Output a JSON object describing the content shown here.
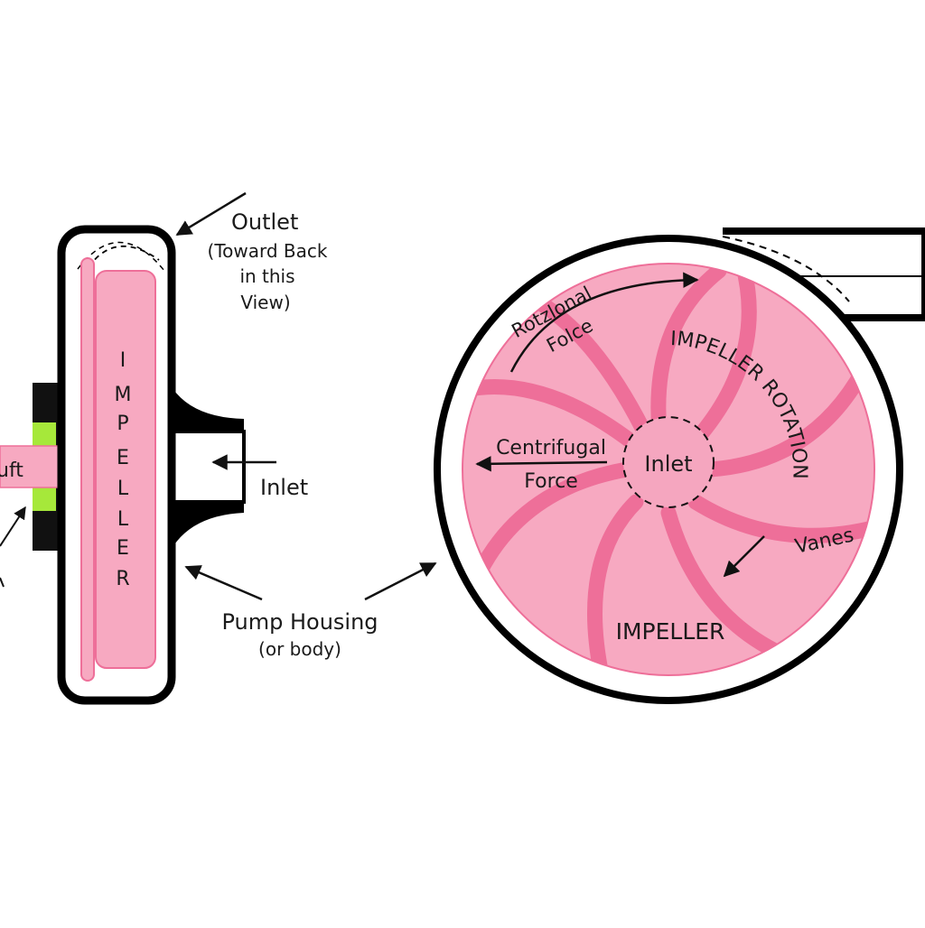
{
  "colors": {
    "impeller_fill": "#f7a9c1",
    "vane": "#ee6f99",
    "impeller_core": "#f5a6bf",
    "housing": "#000000",
    "green_seal": "#a6e83a",
    "background": "#ffffff"
  },
  "side_view": {
    "impeller_letters": [
      "I",
      "M",
      "P",
      "E",
      "L",
      "L",
      "E",
      "R"
    ],
    "shaft_label": "uft",
    "outlet_label": "Outlet",
    "outlet_note_1": "(Toward Back",
    "outlet_note_2": "in this",
    "outlet_note_3": "View)",
    "inlet_label": "Inlet",
    "housing_label": "Pump Housing",
    "housing_note": "(or body)"
  },
  "front_view": {
    "rotational_1": "Rotzlonal",
    "rotational_2": "Folce",
    "rotation_label": "IMPELLER ROTATION",
    "centrifugal_1": "Centrifugal",
    "centrifugal_2": "Force",
    "inlet_label": "Inlet",
    "vanes_label": "Vanes",
    "impeller_label": "IMPELLER"
  }
}
